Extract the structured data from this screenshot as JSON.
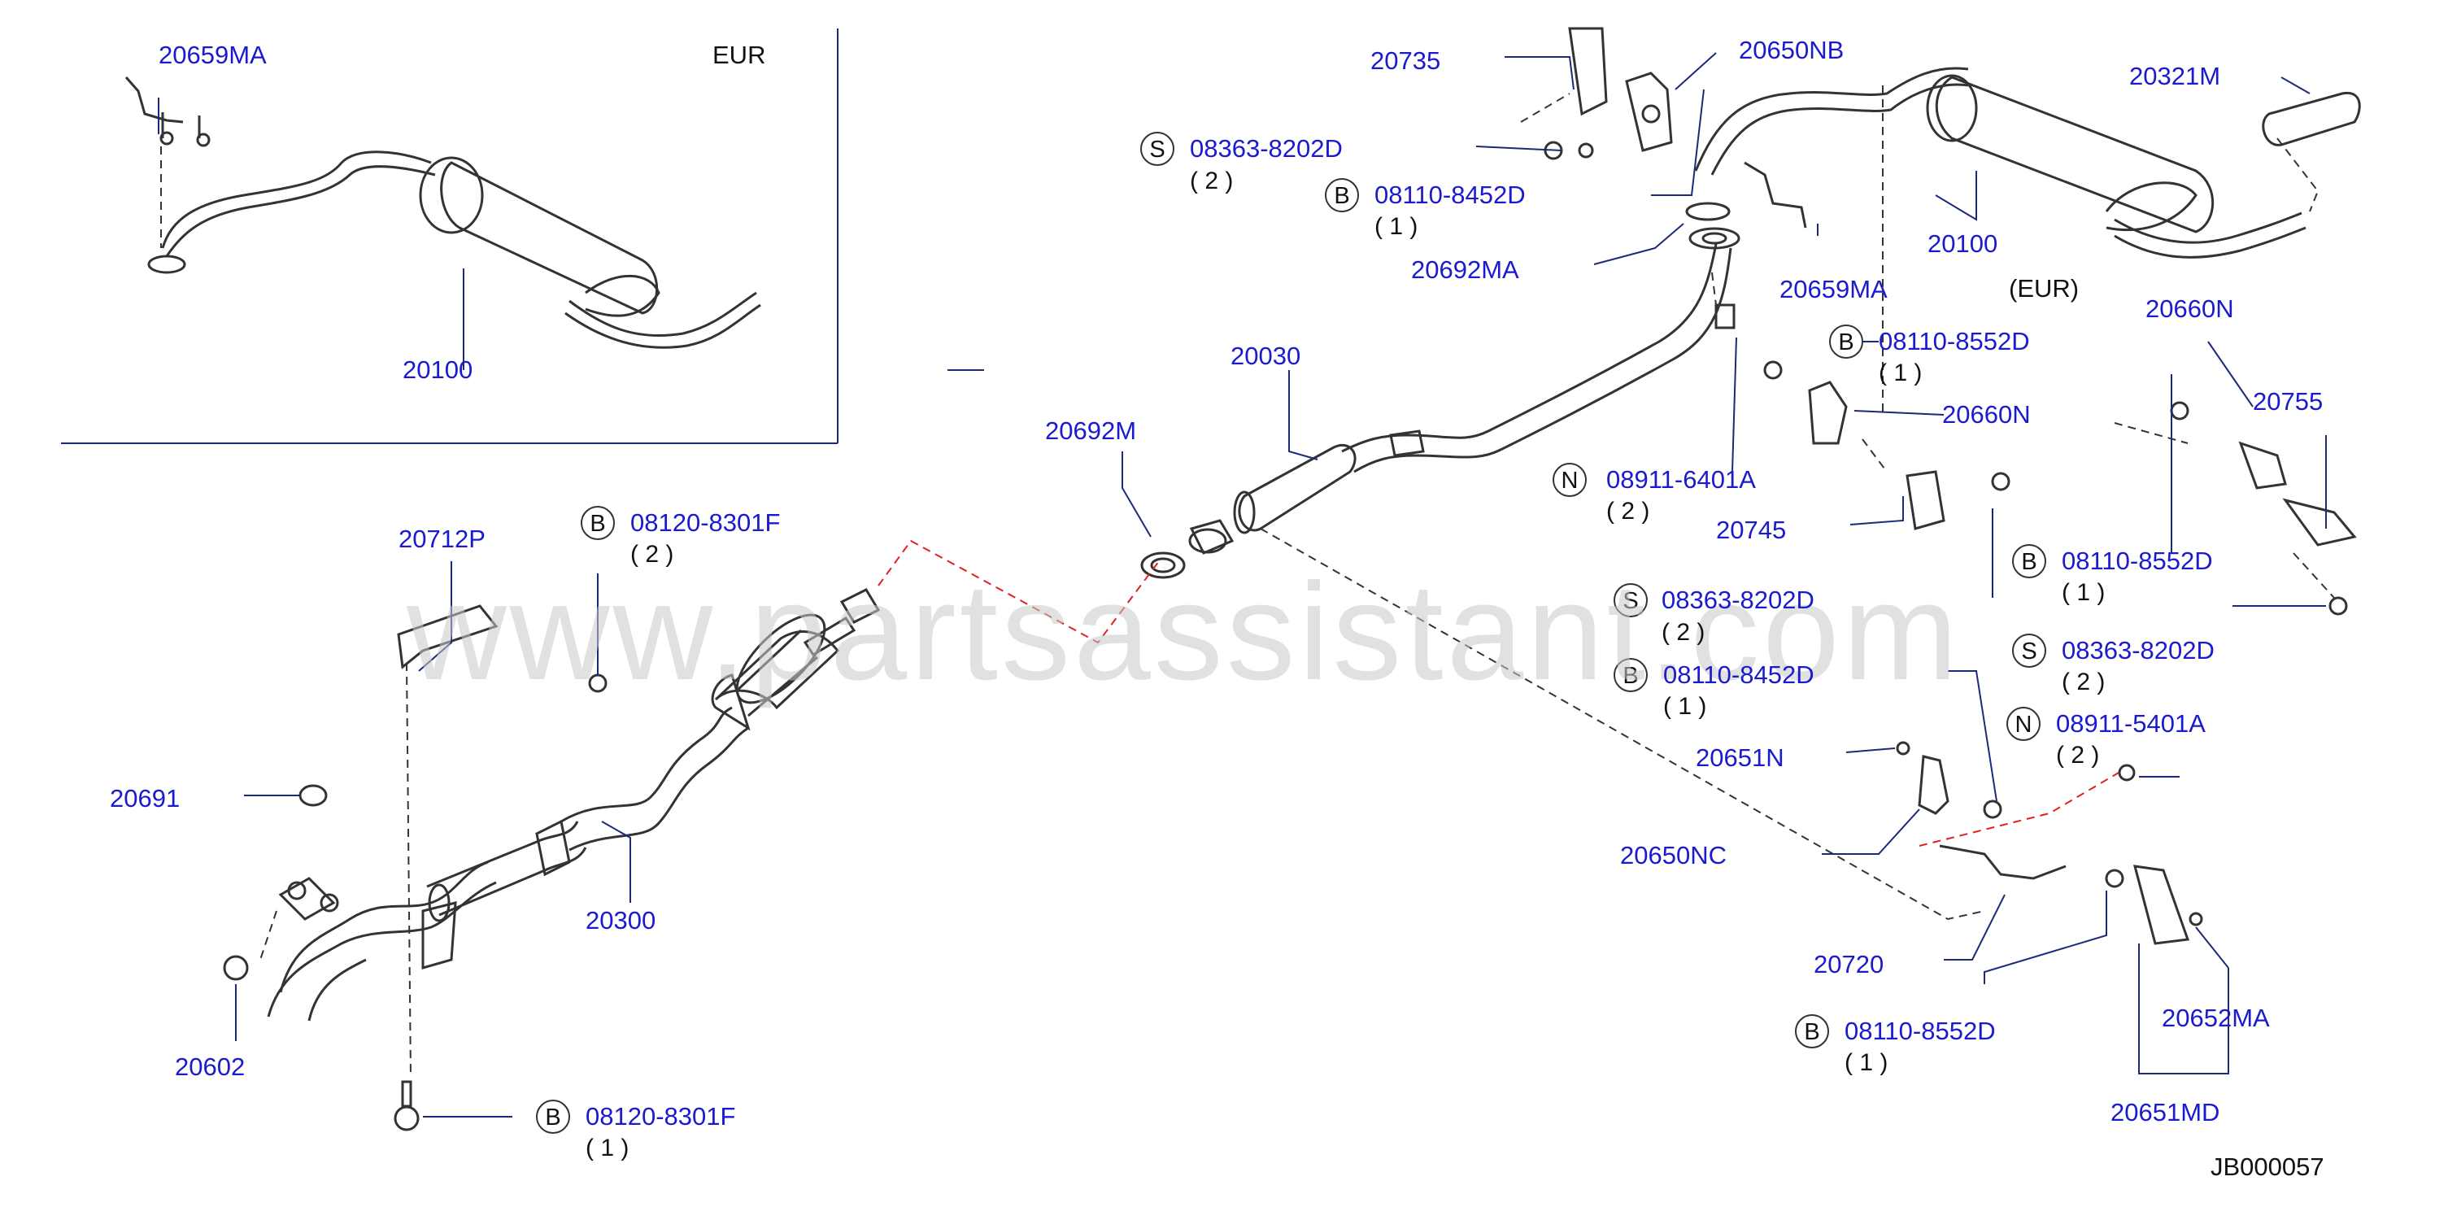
{
  "watermark": "www.partsassistant.com",
  "diagram_id": "JB000057",
  "inset": {
    "region_label": "EUR",
    "part_a": "20659MA",
    "part_b": "20100"
  },
  "parts": {
    "p20735": "20735",
    "p20650NB": "20650NB",
    "p20321M": "20321M",
    "p20100": "20100",
    "p20100_note": "(EUR)",
    "p20692MA": "20692MA",
    "p20659MA": "20659MA",
    "p20030": "20030",
    "p20692M": "20692M",
    "p20660N_a": "20660N",
    "p20660N_b": "20660N",
    "p20755": "20755",
    "p20745": "20745",
    "p20712P": "20712P",
    "p20691": "20691",
    "p20300": "20300",
    "p20602": "20602",
    "p20651N": "20651N",
    "p20650NC": "20650NC",
    "p20720": "20720",
    "p20652MA": "20652MA",
    "p20651MD": "20651MD"
  },
  "fasteners": [
    {
      "letter": "S",
      "part": "08363-8202D",
      "qty": "( 2 )"
    },
    {
      "letter": "B",
      "part": "08110-8452D",
      "qty": "( 1 )"
    },
    {
      "letter": "B",
      "part": "08110-8552D",
      "qty": "( 1 )"
    },
    {
      "letter": "N",
      "part": "08911-6401A",
      "qty": "( 2 )"
    },
    {
      "letter": "B",
      "part": "08110-8552D",
      "qty": "( 1 )"
    },
    {
      "letter": "S",
      "part": "08363-8202D",
      "qty": "( 2 )"
    },
    {
      "letter": "B",
      "part": "08110-8452D",
      "qty": "( 1 )"
    },
    {
      "letter": "S",
      "part": "08363-8202D",
      "qty": "( 2 )"
    },
    {
      "letter": "N",
      "part": "08911-5401A",
      "qty": "( 2 )"
    },
    {
      "letter": "B",
      "part": "08120-8301F",
      "qty": "( 2 )"
    },
    {
      "letter": "B",
      "part": "08110-8552D",
      "qty": "( 1 )"
    },
    {
      "letter": "B",
      "part": "08120-8301F",
      "qty": "( 1 )"
    }
  ]
}
